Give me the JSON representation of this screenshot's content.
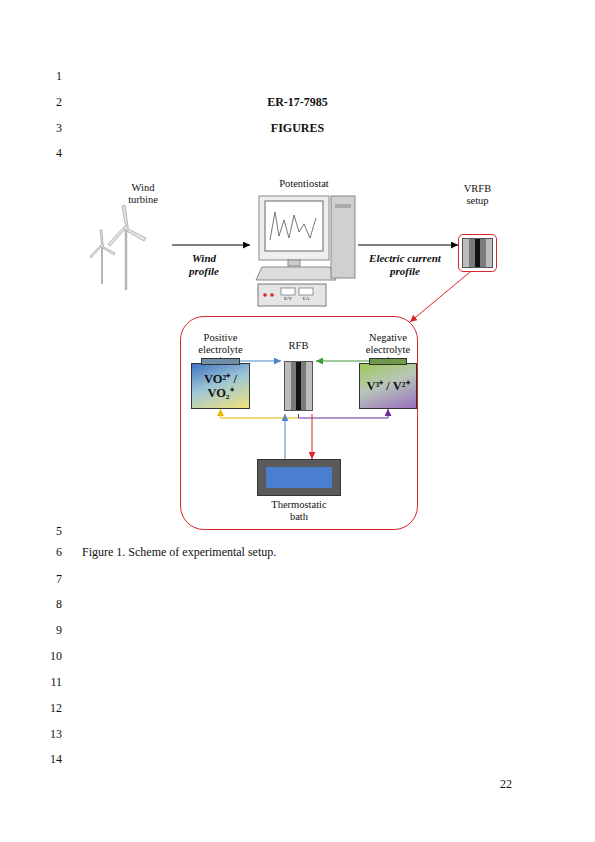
{
  "diagram": {
    "title": "ER-17-7985",
    "caption": "Figure 1. Scheme of experimental setup.",
    "nodes": [
      {
        "text": [
          "Wind turbine"
        ]
      },
      {
        "text": [
          "Potentiostat"
        ]
      },
      {
        "text": [
          "VRFB setup"
        ]
      },
      {
        "text": []
      },
      {
        "text": [
          "Positive electrolyte",
          "VO²⁺ / VO₂⁺"
        ],
        "in": 3
      },
      {
        "text": [
          "RFB"
        ],
        "in": 3
      },
      {
        "text": [
          "Negative electrolyte",
          "V³⁺ / V²⁺"
        ],
        "in": 3
      },
      {
        "text": [
          "Thermostatic bath"
        ],
        "in": 3
      }
    ],
    "edges": [
      {
        "from": 0,
        "to": 1,
        "arrow": "to",
        "label": "Wind profile"
      },
      {
        "from": 1,
        "to": 2,
        "arrow": "to",
        "label": "Electric current profile"
      },
      {
        "from": 2,
        "to": 3,
        "arrow": "to"
      },
      {
        "from": 4,
        "to": 5,
        "arrow": "to"
      },
      {
        "from": 6,
        "to": 5,
        "arrow": "to"
      },
      {
        "from": 5,
        "to": 4,
        "arrow": "to"
      },
      {
        "from": 5,
        "to": 6,
        "arrow": "to"
      },
      {
        "from": 7,
        "to": 5,
        "arrow": "to"
      },
      {
        "from": 5,
        "to": 7,
        "arrow": "to"
      }
    ],
    "labels": [
      "1",
      "2",
      "3",
      "4",
      "5",
      "6",
      "7",
      "8",
      "9",
      "10",
      "11",
      "12",
      "13",
      "14",
      "FIGURES",
      "22",
      "E/V",
      "I/A"
    ]
  }
}
